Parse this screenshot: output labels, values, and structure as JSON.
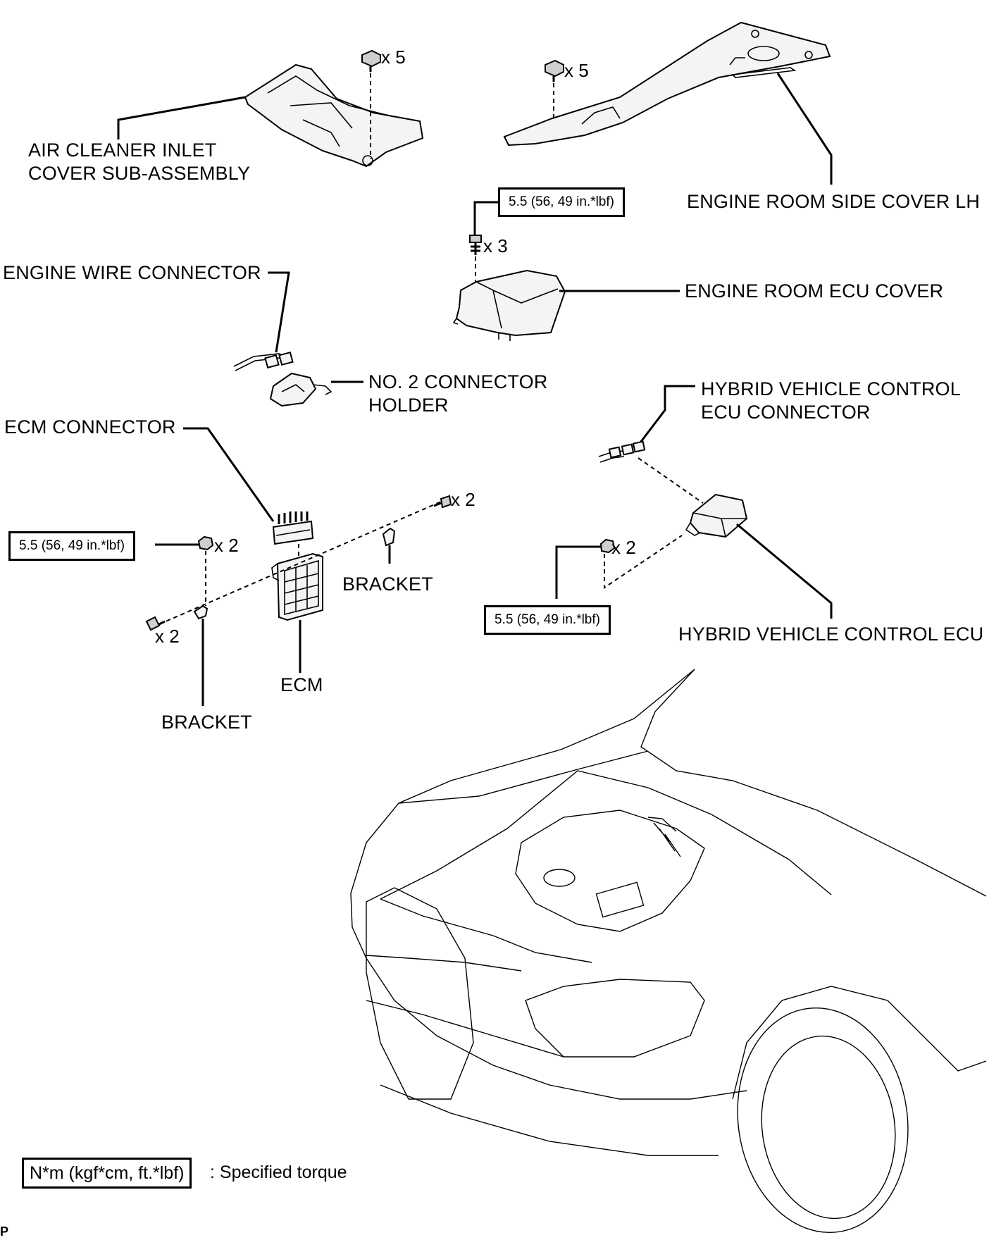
{
  "labels": {
    "air_cleaner_cover": [
      "AIR CLEANER INLET",
      "COVER SUB-ASSEMBLY"
    ],
    "engine_room_side_cover": "ENGINE ROOM SIDE COVER LH",
    "engine_wire_connector": "ENGINE WIRE CONNECTOR",
    "engine_room_ecu_cover": "ENGINE ROOM ECU COVER",
    "no2_connector_holder": [
      "NO. 2 CONNECTOR",
      "HOLDER"
    ],
    "ecm_connector": "ECM CONNECTOR",
    "hv_ecu_connector": [
      "HYBRID VEHICLE CONTROL",
      "ECU CONNECTOR"
    ],
    "bracket_right": "BRACKET",
    "bracket_left": "BRACKET",
    "ecm": "ECM",
    "hv_ecu": "HYBRID VEHICLE CONTROL ECU"
  },
  "quantities": {
    "air_cleaner_clips": "x 5",
    "side_cover_clips": "x 5",
    "ecu_cover_bolts": "x 3",
    "right_bolts": "x 2",
    "ecm_nuts": "x 2",
    "left_bolts": "x 2",
    "hv_ecu_nuts": "x 2"
  },
  "torques": {
    "ecu_cover": "5.5 (56, 49 in.*lbf)",
    "ecm": "5.5 (56, 49 in.*lbf)",
    "hv_ecu": "5.5 (56, 49 in.*lbf)"
  },
  "legend": {
    "unit_box": "N*m (kgf*cm, ft.*lbf)",
    "meaning": ": Specified torque"
  },
  "corner_mark": "P"
}
